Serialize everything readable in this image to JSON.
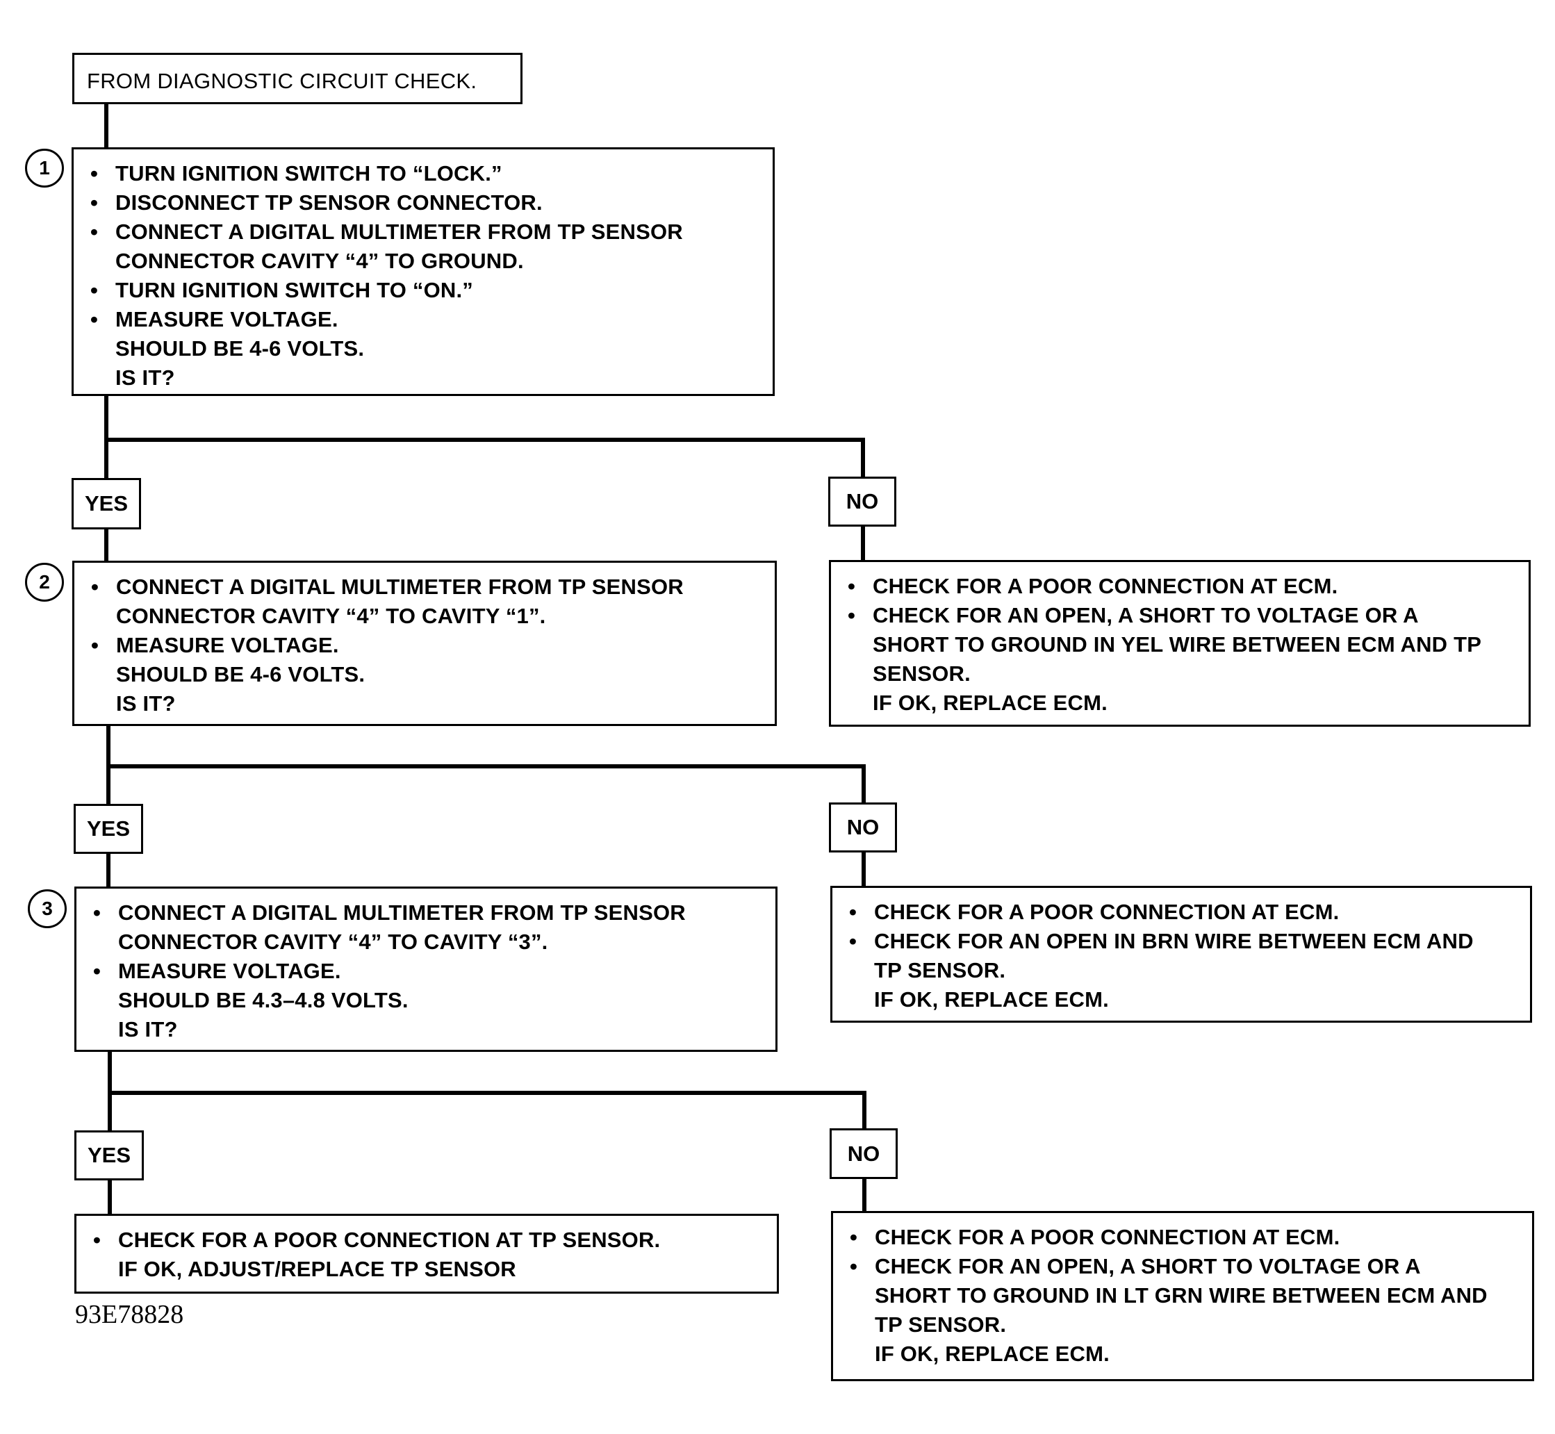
{
  "start": "FROM DIAGNOSTIC CIRCUIT CHECK.",
  "bullet": "•",
  "step_numbers": [
    "1",
    "2",
    "3"
  ],
  "steps": [
    {
      "items": [
        "TURN IGNITION SWITCH TO “LOCK.”",
        "DISCONNECT TP SENSOR CONNECTOR.",
        "CONNECT A DIGITAL MULTIMETER FROM TP SENSOR\nCONNECTOR CAVITY “4” TO GROUND.",
        "TURN IGNITION SWITCH TO “ON.”",
        "MEASURE VOLTAGE.\nSHOULD BE 4-6 VOLTS.\nIS IT?"
      ]
    },
    {
      "items": [
        "CONNECT A DIGITAL MULTIMETER FROM TP SENSOR\nCONNECTOR CAVITY “4” TO CAVITY “1”.",
        "MEASURE VOLTAGE.\nSHOULD BE 4-6 VOLTS.\nIS IT?"
      ]
    },
    {
      "items": [
        "CONNECT A DIGITAL MULTIMETER FROM TP SENSOR\nCONNECTOR CAVITY “4” TO CAVITY “3”.",
        "MEASURE VOLTAGE.\nSHOULD BE 4.3–4.8 VOLTS.\nIS IT?"
      ]
    }
  ],
  "branch_labels": {
    "yes": "YES",
    "no": "NO"
  },
  "no_results": [
    {
      "items": [
        "CHECK FOR A POOR CONNECTION AT ECM.",
        "CHECK FOR AN OPEN, A SHORT TO VOLTAGE OR A\nSHORT TO GROUND IN YEL WIRE BETWEEN ECM AND TP\nSENSOR.\nIF OK, REPLACE ECM."
      ]
    },
    {
      "items": [
        "CHECK FOR A POOR CONNECTION AT ECM.",
        "CHECK FOR AN OPEN IN BRN WIRE BETWEEN ECM AND\nTP SENSOR.\nIF OK, REPLACE ECM."
      ]
    },
    {
      "items": [
        "CHECK FOR A POOR CONNECTION AT ECM.",
        "CHECK FOR AN OPEN, A SHORT TO VOLTAGE OR A\nSHORT TO GROUND IN LT GRN WIRE BETWEEN ECM AND\nTP SENSOR.\nIF OK, REPLACE ECM."
      ]
    }
  ],
  "final_yes": {
    "items": [
      "CHECK FOR A POOR CONNECTION AT TP SENSOR.\nIF OK, ADJUST/REPLACE TP SENSOR"
    ]
  },
  "figure_code": "93E78828"
}
